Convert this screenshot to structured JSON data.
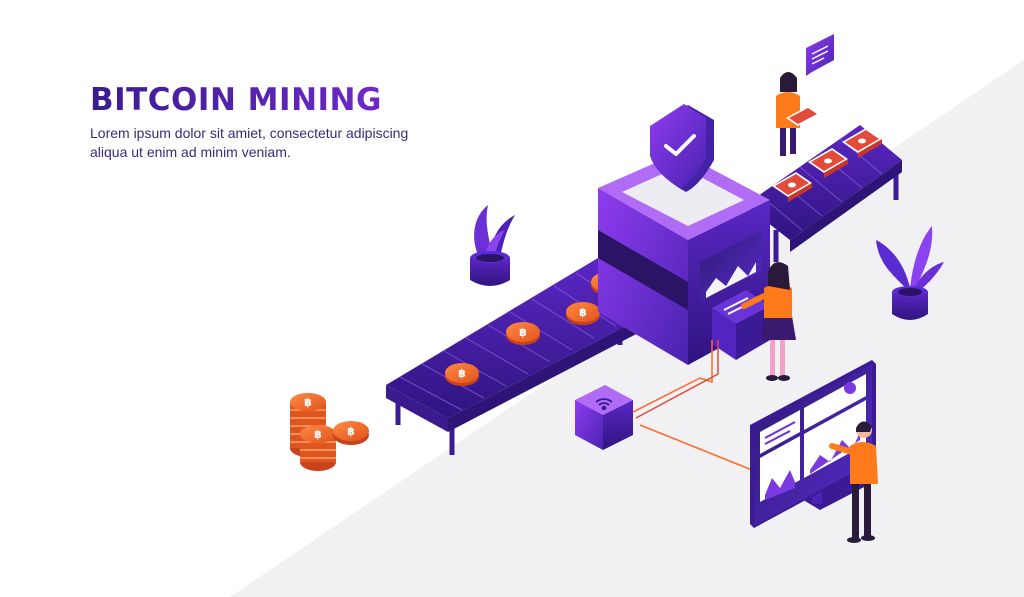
{
  "header": {
    "title": "BITCOIN MINING",
    "subtitle_line1": "Lorem ipsum dolor sit amiet, consectetur adipiscing",
    "subtitle_line2": "aliqua ut enim ad minim veniam."
  },
  "icons": {
    "coin": "bitcoin-coin-icon",
    "shield": "shield-check-icon",
    "chat": "speech-bubble-icon",
    "wifi": "wifi-icon",
    "plant": "plant-icon"
  },
  "colors": {
    "primary": "#4b2bb8",
    "accent": "#7a2bd6",
    "coin": "#f06a2e",
    "person_shirt": "#ff7a1a",
    "floor": "#f2f2f5"
  }
}
